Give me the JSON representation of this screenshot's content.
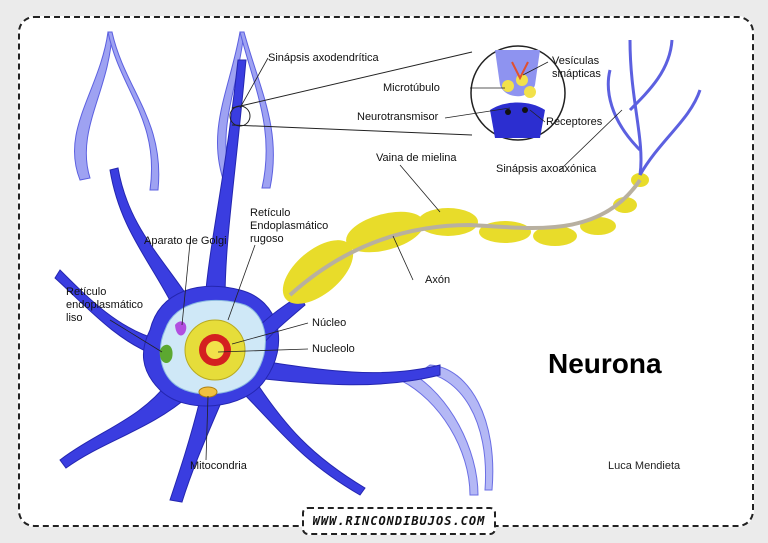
{
  "title": "Neurona",
  "author": "Luca Mendieta",
  "website": "WWW.RINCONDIBUJOS.COM",
  "labels": {
    "sinapsis_axodendritica": "Sinápsis axodendrítica",
    "microtubulo": "Microtúbulo",
    "vesiculas": "Vesículas sinápticas",
    "neurotransmisor": "Neurotransmisor",
    "receptores": "Receptores",
    "vaina_mielina": "Vaina de mielina",
    "sinapsis_axoaxonica": "Sinápsis axoaxónica",
    "reticulo_rugoso": "Retículo Endoplasmático rugoso",
    "aparato_golgi": "Aparato de Golgi",
    "axon": "Axón",
    "reticulo_liso": "Retículo endoplasmático liso",
    "nucleo": "Núcleo",
    "nucleolo": "Nucleolo",
    "mitocondria": "Mitocondria"
  },
  "colors": {
    "neuron_body": "#3a3de0",
    "dendrite_light": "#9a9ff0",
    "myelin": "#e8dc2a",
    "axon_core": "#b8b0a0",
    "nucleus": "#d42020",
    "cytoplasm": "#a8d4f0"
  }
}
